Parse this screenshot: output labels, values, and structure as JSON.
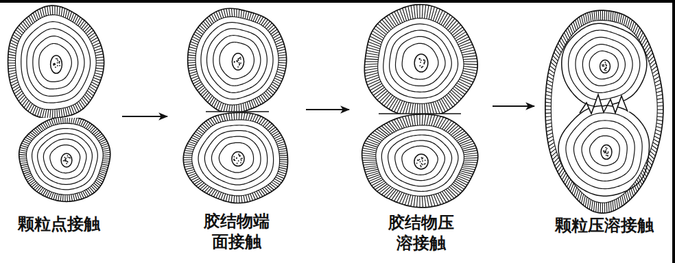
{
  "diagram": {
    "nodes": [
      {
        "text": [
          "颗粒点接触"
        ]
      },
      {
        "text": [
          "胶结物端面接触"
        ]
      },
      {
        "text": [
          "胶结物压溶接触"
        ]
      },
      {
        "text": [
          "颗粒压溶接触"
        ]
      }
    ],
    "edges": [
      {
        "from": 0,
        "to": 1,
        "arrow": "to"
      },
      {
        "from": 1,
        "to": 2,
        "arrow": "to"
      },
      {
        "from": 2,
        "to": 3,
        "arrow": "to"
      }
    ]
  }
}
